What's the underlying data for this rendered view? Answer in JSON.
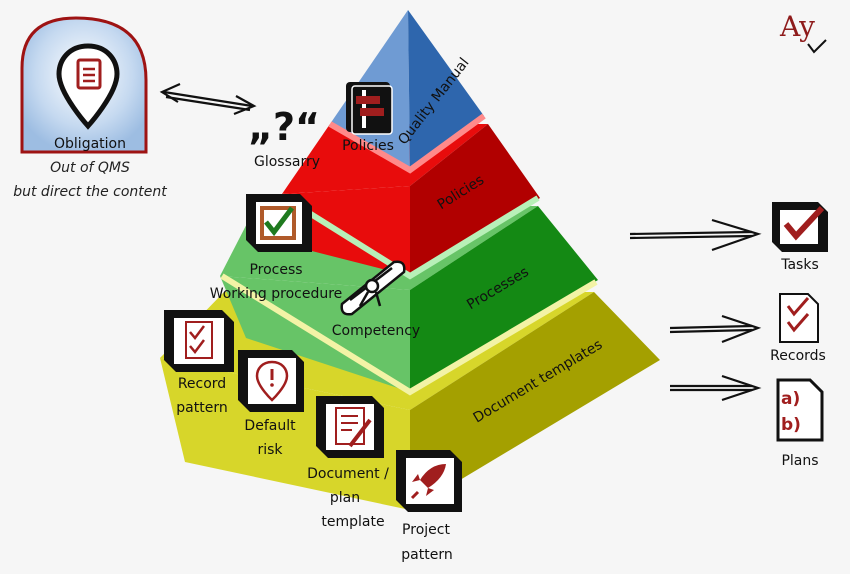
{
  "brand": {
    "mark": "Ay"
  },
  "obligation": {
    "title": "Obligation",
    "line1": "Out of QMS",
    "line2": "but direct the content"
  },
  "glossary": {
    "symbol": "„?“",
    "label": "Glossarry"
  },
  "pyramid": {
    "tier1": "Quality Manual",
    "tier2": "Policies",
    "tier3": "Processes",
    "tier4": "Document templates"
  },
  "items": {
    "policies": "Policies",
    "process_line1": "Process",
    "process_line2": "Working procedure",
    "competency": "Competency",
    "record_line1": "Record",
    "record_line2": "pattern",
    "risk_line1": "Default",
    "risk_line2": "risk",
    "doc_line1": "Document /",
    "doc_line2": "plan",
    "doc_line3": "template",
    "project_line1": "Project",
    "project_line2": "pattern"
  },
  "outputs": {
    "tasks": "Tasks",
    "records": "Records",
    "plans": "Plans",
    "plans_a": "a)",
    "plans_b": "b)"
  },
  "colors": {
    "tier1_left": "#6f9bd3",
    "tier1_right": "#2e66ad",
    "tier2_left": "#e80c0c",
    "tier2_right": "#b10000",
    "tier3_left": "#67c467",
    "tier3_right": "#148914",
    "tier4_left": "#d7d62a",
    "tier4_right": "#a4a000",
    "accent": "#a01e1e"
  }
}
